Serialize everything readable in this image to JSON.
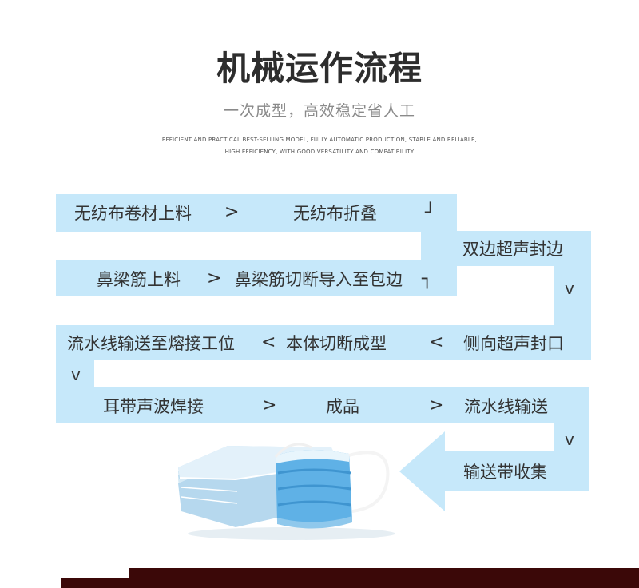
{
  "header": {
    "title": "机械运作流程",
    "subtitle": "一次成型，高效稳定省人工",
    "english_line1": "EFFICIENT AND PRACTICAL BEST-SELLING MODEL, FULLY AUTOMATIC PRODUCTION, STABLE AND RELIABLE,",
    "english_line2": "HIGH EFFICIENCY, WITH GOOD VERSATILITY AND COMPATIBILITY"
  },
  "steps": {
    "s1": "无纺布卷材上料",
    "s2": "无纺布折叠",
    "s3": "双边超声封边",
    "s4": "鼻梁筋切断导入至包边",
    "s5": "鼻梁筋上料",
    "s6": "侧向超声封口",
    "s7": "本体切断成型",
    "s8": "流水线输送至熔接工位",
    "s9": "耳带声波焊接",
    "s10": "成品",
    "s11": "流水线输送",
    "s12": "输送带收集"
  },
  "symbols": {
    "gt": ">",
    "lt": "<",
    "down": "v",
    "corner_down": "┘",
    "corner_up": "┐"
  },
  "colors": {
    "band": "#c6e8fa",
    "title": "#2d2d2d",
    "subtitle": "#8a8a8a",
    "bottom_bar": "#3b0808"
  }
}
